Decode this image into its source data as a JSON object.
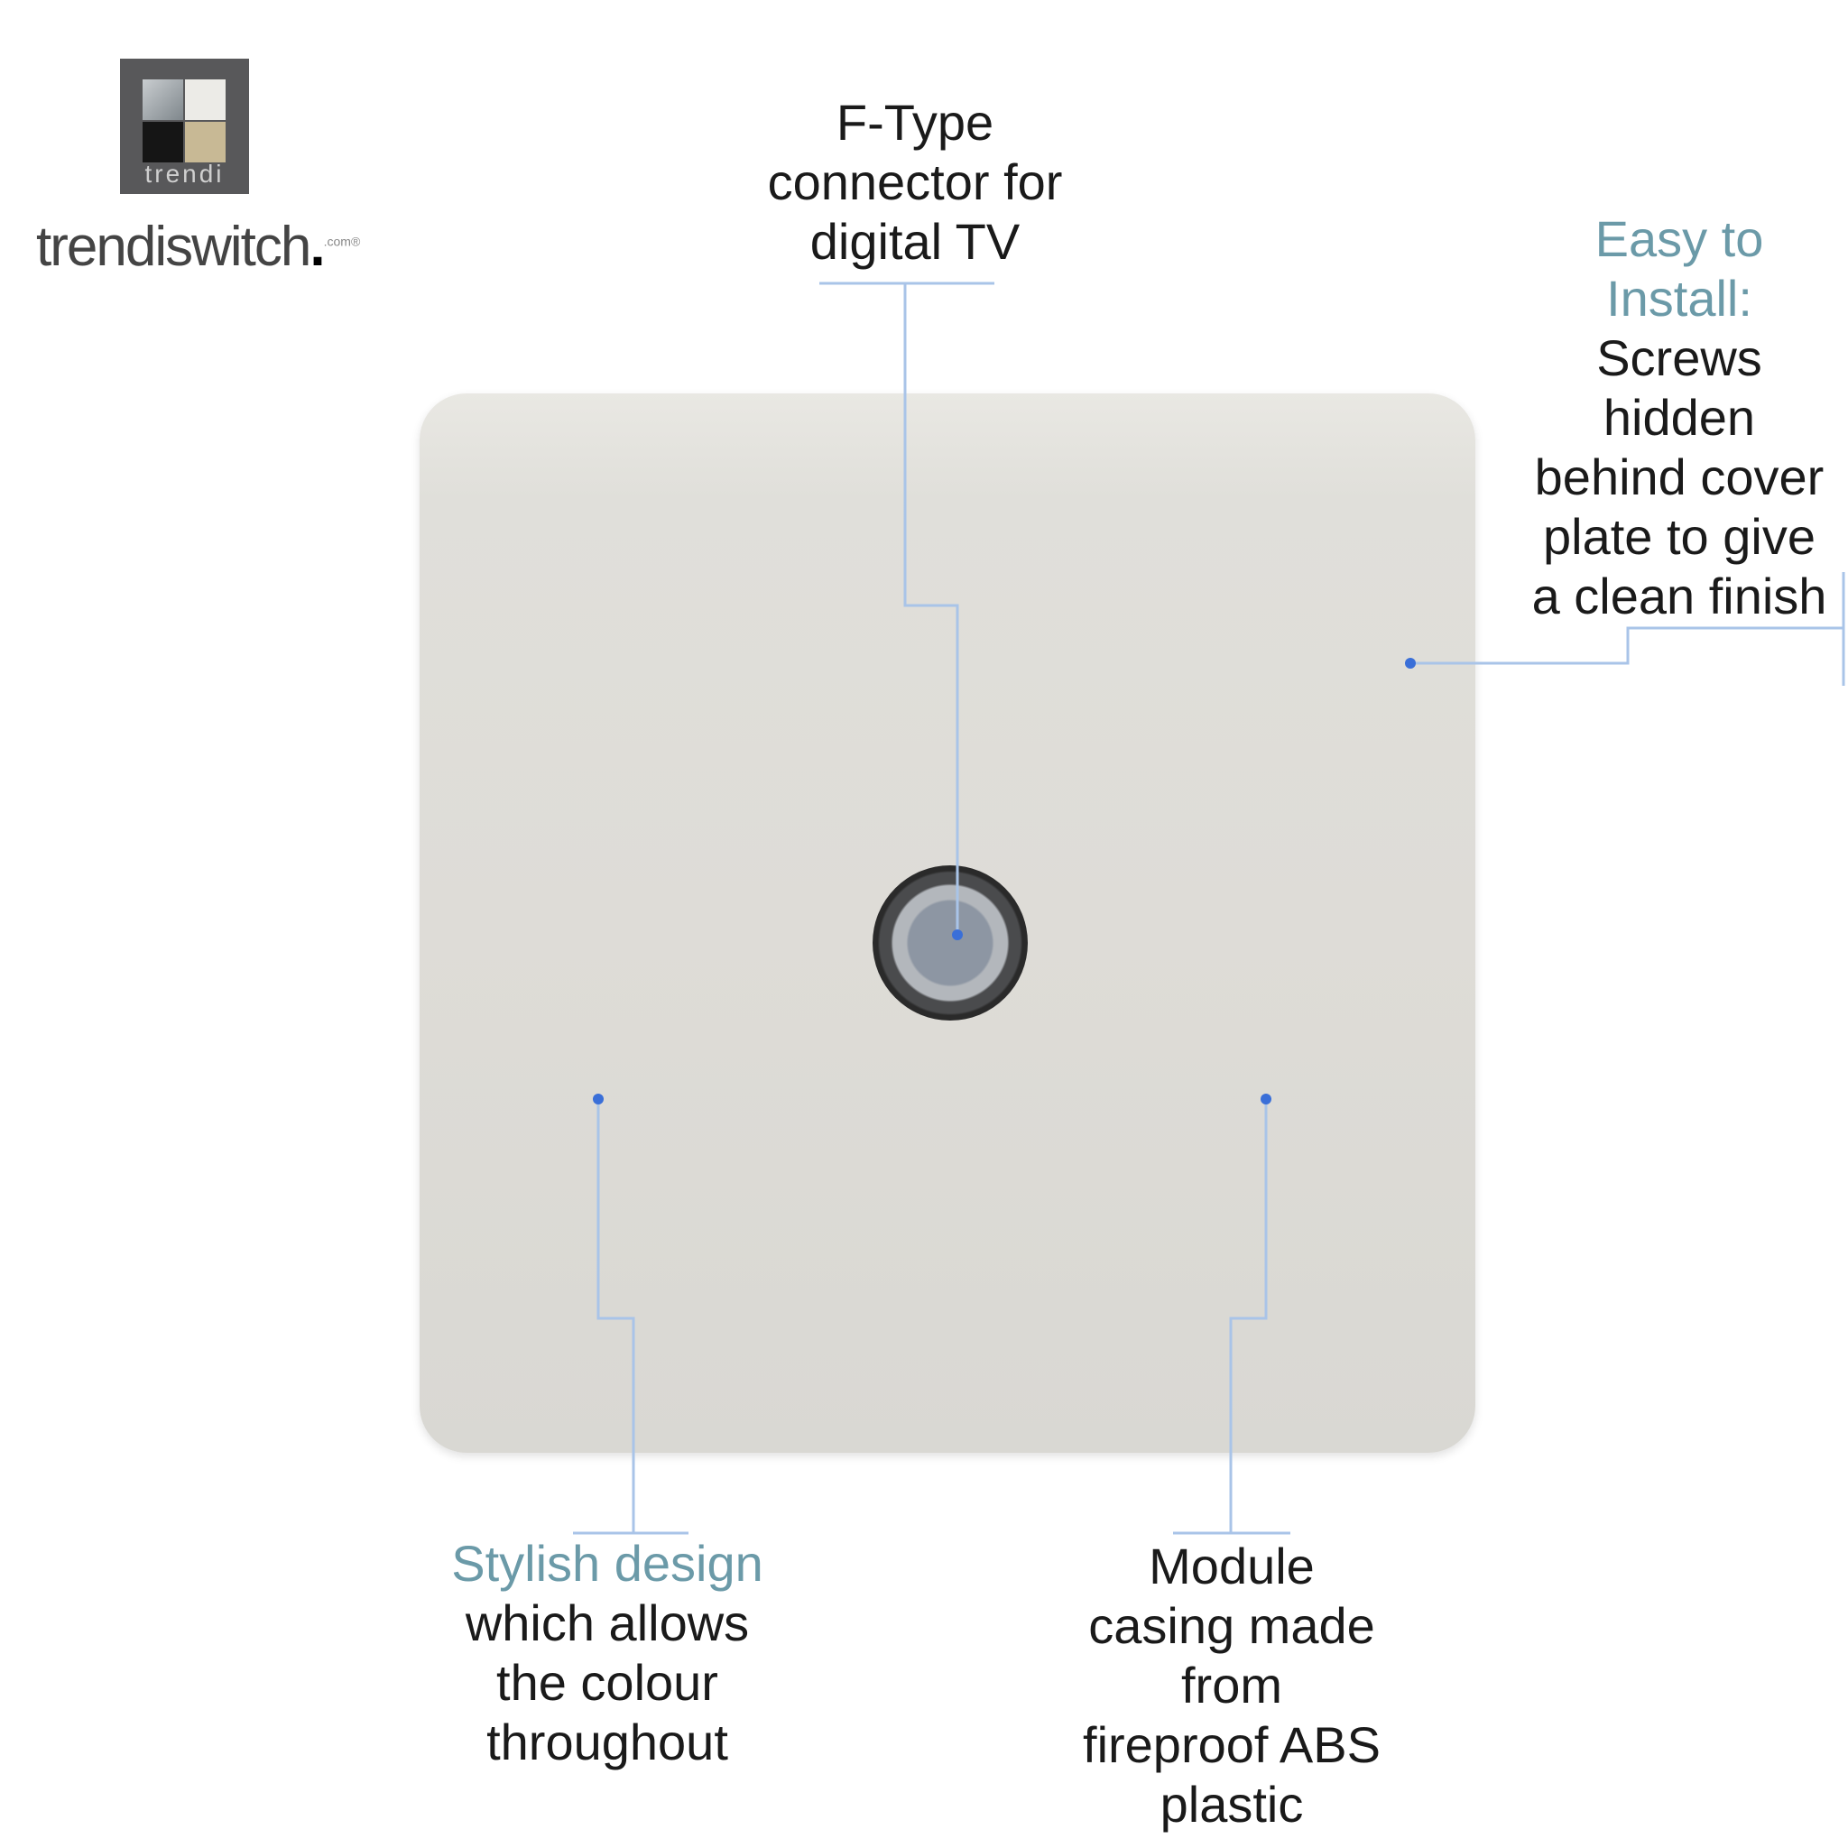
{
  "brand": {
    "logo_small_text": "trendi",
    "wordmark": "trendiswitch",
    "wordmark_suffix": ".com",
    "registered": "®"
  },
  "colors": {
    "accent_text": "#6b9aa8",
    "leader_line": "#a9c4e8",
    "leader_dot": "#3a6fd8",
    "plate": "#dedcd7"
  },
  "callouts": {
    "connector": {
      "lines": [
        "F-Type",
        "connector for",
        "digital TV"
      ]
    },
    "install": {
      "heading": [
        "Easy to",
        "Install:"
      ],
      "lines": [
        "Screws",
        "hidden",
        "behind cover",
        "plate to give",
        "a clean finish"
      ]
    },
    "design": {
      "heading": [
        "Stylish design"
      ],
      "lines": [
        "which allows",
        "the colour",
        "throughout"
      ]
    },
    "module": {
      "lines": [
        "Module",
        "casing made",
        "from",
        "fireproof ABS",
        "plastic"
      ]
    }
  }
}
